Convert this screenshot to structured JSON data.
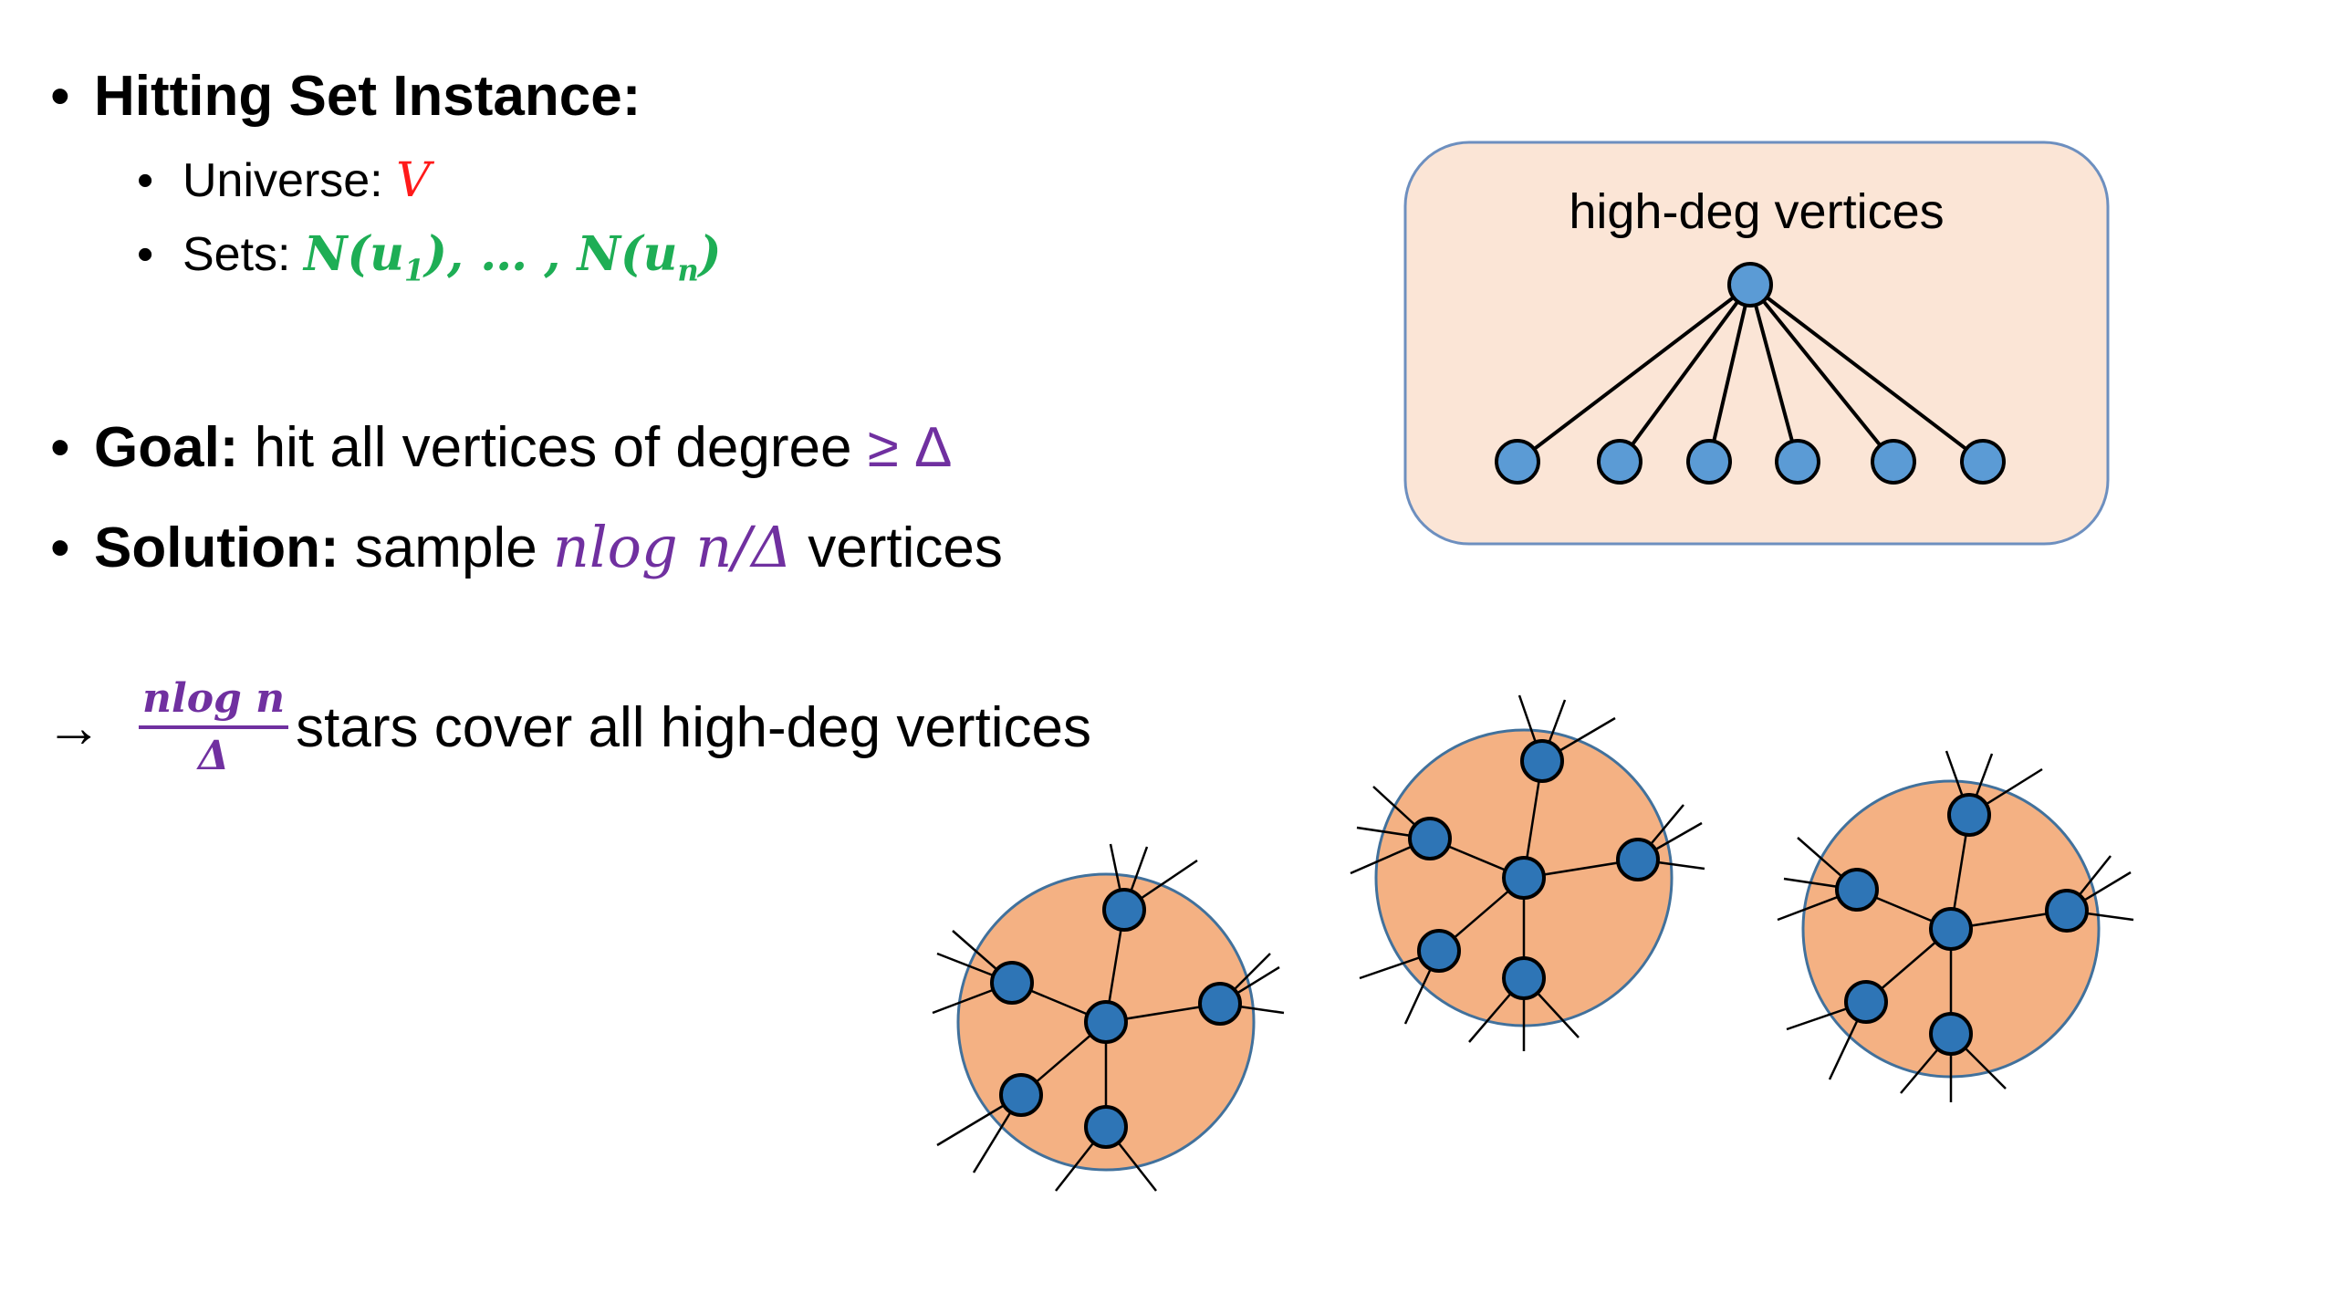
{
  "bullets": {
    "hitting_set": {
      "label": "Hitting Set Instance:",
      "universe_label": "Universe: ",
      "universe_value": "V",
      "sets_label": "Sets: ",
      "sets_prefix": "N(u",
      "sets_sub1": "1",
      "sets_mid": "), … , N(u",
      "sets_subn": "n",
      "sets_suffix": ")"
    },
    "goal": {
      "label": "Goal:",
      "text": " hit all vertices of degree ",
      "math": "≥ Δ"
    },
    "solution": {
      "label": "Solution:",
      "text_before": " sample ",
      "math": "nlog n/Δ",
      "text_after": " vertices"
    }
  },
  "conclusion": {
    "arrow": "→",
    "frac_numerator": "nlog n",
    "frac_denominator": "Δ",
    "text": "stars cover all high-deg vertices"
  },
  "diagram": {
    "box_label": "high-deg vertices",
    "leaf_count": 6,
    "colors": {
      "box_fill": "#fbe5d6",
      "box_stroke": "#6d8fbf",
      "vertex_fill": "#5b9bd5",
      "cluster_fill": "#f4b183",
      "cluster_vertex_fill": "#2e75b6"
    }
  }
}
